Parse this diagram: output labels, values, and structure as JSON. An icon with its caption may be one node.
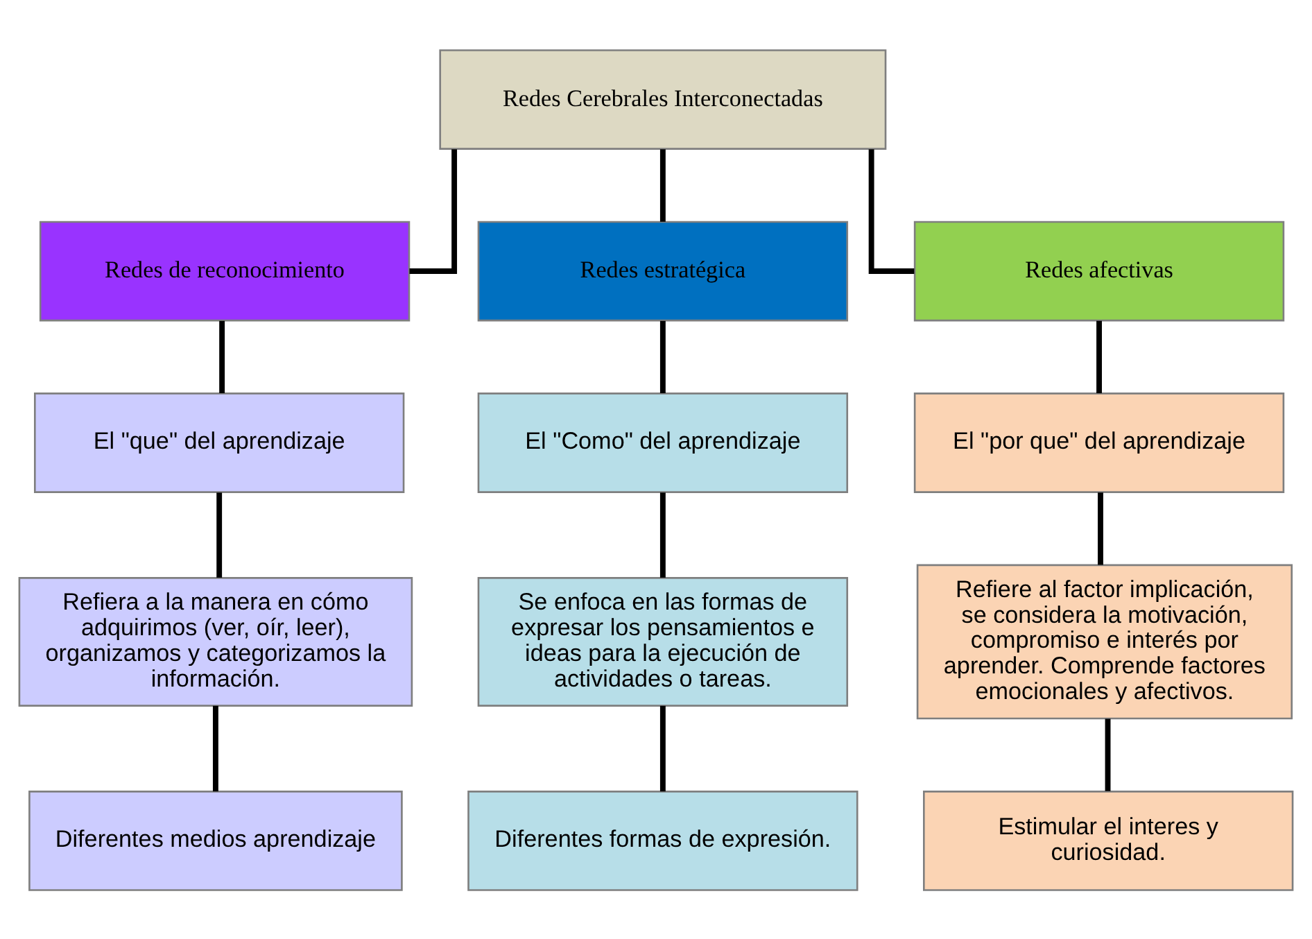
{
  "diagram": {
    "nodes": [
      {
        "text": [
          "Redes Cerebrales Interconectadas"
        ]
      },
      {
        "text": [
          "Redes de reconocimiento"
        ]
      },
      {
        "text": [
          "Redes estratégica"
        ]
      },
      {
        "text": [
          "Redes afectivas"
        ]
      },
      {
        "text": [
          "El \"que\" del aprendizaje"
        ]
      },
      {
        "text": [
          "El \"Como\" del aprendizaje"
        ]
      },
      {
        "text": [
          "El \"por que\" del aprendizaje"
        ]
      },
      {
        "text": [
          "Refiera a la manera en cómo adquirimos (ver, oír, leer), organizamos y categorizamos la información."
        ]
      },
      {
        "text": [
          "Se enfoca en las formas de expresar los pensamientos e ideas para la ejecución de actividades o tareas."
        ]
      },
      {
        "text": [
          "Refiere al factor implicación, se considera la motivación, compromiso e interés por aprender. Comprende factores emocionales y afectivos."
        ]
      },
      {
        "text": [
          "Diferentes medios aprendizaje"
        ]
      },
      {
        "text": [
          "Diferentes formas de expresión."
        ]
      },
      {
        "text": [
          "Estimular el interes y curiosidad."
        ]
      }
    ],
    "edges": [
      {
        "from": 0,
        "to": 1,
        "arrow": "none"
      },
      {
        "from": 0,
        "to": 2,
        "arrow": "none"
      },
      {
        "from": 0,
        "to": 3,
        "arrow": "none"
      },
      {
        "from": 1,
        "to": 4,
        "arrow": "none"
      },
      {
        "from": 2,
        "to": 5,
        "arrow": "none"
      },
      {
        "from": 3,
        "to": 6,
        "arrow": "none"
      },
      {
        "from": 4,
        "to": 7,
        "arrow": "none"
      },
      {
        "from": 5,
        "to": 8,
        "arrow": "none"
      },
      {
        "from": 6,
        "to": 9,
        "arrow": "none"
      },
      {
        "from": 7,
        "to": 10,
        "arrow": "none"
      },
      {
        "from": 8,
        "to": 11,
        "arrow": "none"
      },
      {
        "from": 9,
        "to": 12,
        "arrow": "none"
      }
    ]
  }
}
